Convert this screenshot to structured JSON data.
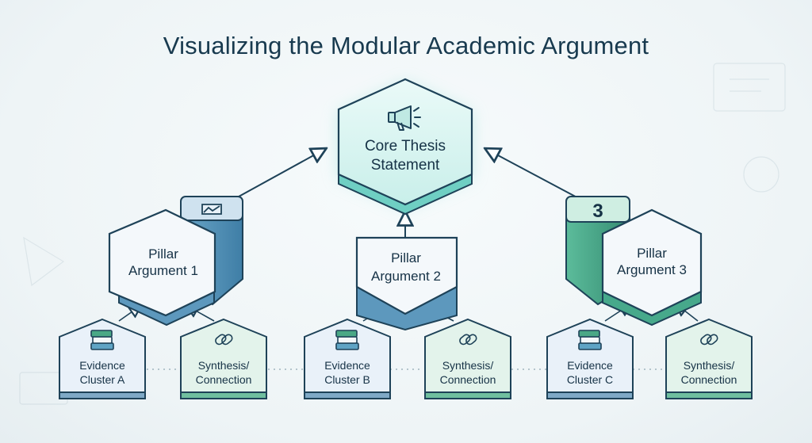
{
  "title": "Visualizing the Modular Academic Argument",
  "core": {
    "line1": "Core Thesis",
    "line2": "Statement",
    "icon": "megaphone-icon"
  },
  "pillars": [
    {
      "line1": "Pillar",
      "line2": "Argument 1",
      "side_badge_icon": "chart-icon"
    },
    {
      "line1": "Pillar",
      "line2": "Argument 2"
    },
    {
      "line1": "Pillar",
      "line2": "Argument 3",
      "side_badge_text": "3"
    }
  ],
  "leaves": [
    {
      "line1": "Evidence",
      "line2": "Cluster A",
      "icon": "books-icon"
    },
    {
      "line1": "Synthesis/",
      "line2": "Connection",
      "icon": "link-icon"
    },
    {
      "line1": "Evidence",
      "line2": "Cluster B",
      "icon": "books-icon"
    },
    {
      "line1": "Synthesis/",
      "line2": "Connection",
      "icon": "link-icon"
    },
    {
      "line1": "Evidence",
      "line2": "Cluster C",
      "icon": "books-icon"
    },
    {
      "line1": "Synthesis/",
      "line2": "Connection",
      "icon": "link-icon"
    }
  ],
  "colors": {
    "title": "#183a4f",
    "core_fill": "#d8f4f1",
    "core_glow": "#7fdbd2",
    "pillar_blue_side": "#4f8fb5",
    "pillar_green_side": "#3e9f83",
    "leaf_blue_fill": "#eaf2fa",
    "leaf_green_fill": "#e4f4ec",
    "stroke": "#1e4258"
  }
}
